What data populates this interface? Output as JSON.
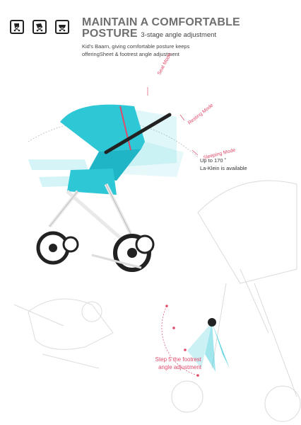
{
  "header": {
    "title_line1": "MAINTAIN A COMFORTABLE",
    "title_line2": "POSTURE",
    "subtitle": "3-stage angle adjustment",
    "intro_line1": "Kid's Baarn, giving comfortable posture keeps",
    "intro_line2": "offeringSheet & footrest angle adjustment"
  },
  "modes": {
    "seat": "Seat Mode",
    "resting": "Resting Mode",
    "sleeping": "Sleeping Mode"
  },
  "note": {
    "line1": "Up to 170 ˚",
    "line2": "La-Klein is available"
  },
  "step": {
    "line1": "Step 5 the footrest",
    "line2": "angle adjustment"
  },
  "icons": [
    "stroller-icon",
    "stroller-recline-icon",
    "stroller-carrycot-icon"
  ],
  "colors": {
    "accent": "#e04a6a",
    "canopy": "#2ec7d6",
    "title": "#6f6f6f"
  }
}
